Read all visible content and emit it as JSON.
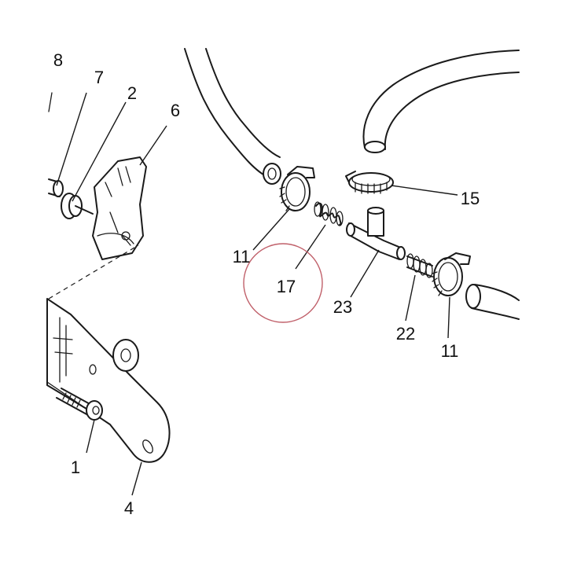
{
  "callouts": {
    "c1": "1",
    "c2": "2",
    "c4": "4",
    "c6": "6",
    "c7": "7",
    "c8": "8",
    "c11a": "11",
    "c11b": "11",
    "c15": "15",
    "c17": "17",
    "c22": "22",
    "c23": "23"
  },
  "colors": {
    "line": "#1a1a1a",
    "highlight_circle": "#c0606a",
    "background": "#ffffff"
  }
}
